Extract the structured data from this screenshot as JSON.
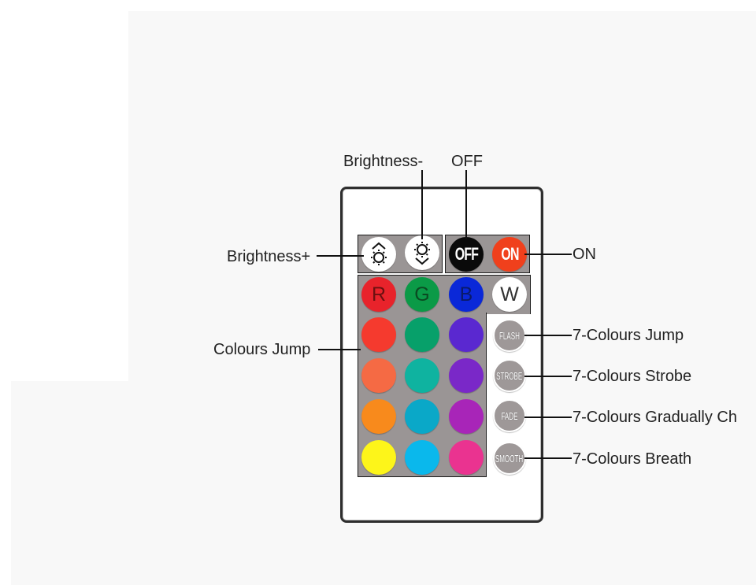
{
  "remote": {
    "brightness_up_icon": "sun-arrow-up-icon",
    "brightness_down_icon": "sun-arrow-down-icon",
    "off_label": "OFF",
    "on_label": "ON",
    "color_buttons": [
      {
        "label": "R",
        "color": "#e8232b",
        "text_color": "#6b1010"
      },
      {
        "label": "G",
        "color": "#0b9a47",
        "text_color": "#0b4a22"
      },
      {
        "label": "B",
        "color": "#0a28d8",
        "text_color": "#0a1a6a"
      },
      {
        "label": "W",
        "color": "#ffffff",
        "text_color": "#333333"
      }
    ],
    "color_grid": [
      [
        "#f53a2e",
        "#07a06a",
        "#5a28d0"
      ],
      [
        "#f56a44",
        "#0fb3a0",
        "#7a28c8"
      ],
      [
        "#f88a1c",
        "#0aa8c8",
        "#a825b8"
      ],
      [
        "#fdf51a",
        "#0ab8ec",
        "#ea3390"
      ]
    ],
    "mode_buttons": [
      "FLASH",
      "STROBE",
      "FADE",
      "SMOOTH"
    ],
    "off_color": "#0a0a0a",
    "on_color": "#f0401c"
  },
  "annotations": {
    "brightness_minus": "Brightness-",
    "off": "OFF",
    "brightness_plus": "Brightness+",
    "on": "ON",
    "colours_jump": "Colours Jump",
    "jump": "7-Colours Jump",
    "strobe": "7-Colours Strobe",
    "fade": "7-Colours Gradually Ch",
    "smooth": "7-Colours Breath"
  }
}
